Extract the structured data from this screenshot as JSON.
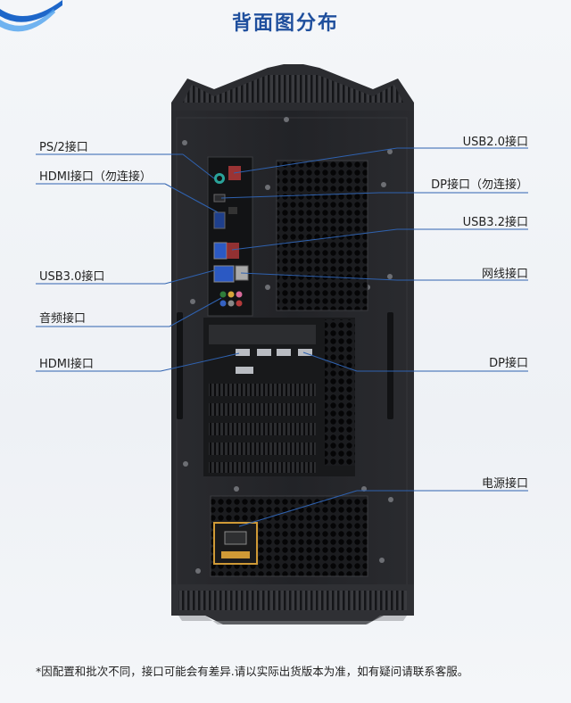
{
  "title": "背面图分布",
  "labels_left": [
    {
      "text": "PS/2接口"
    },
    {
      "text": "HDMI接口（勿连接）"
    },
    {
      "text": "USB3.0接口"
    },
    {
      "text": "音频接口"
    },
    {
      "text": "HDMI接口"
    }
  ],
  "labels_right": [
    {
      "text": "USB2.0接口"
    },
    {
      "text": "DP接口（勿连接）"
    },
    {
      "text": "USB3.2接口"
    },
    {
      "text": "网线接口"
    },
    {
      "text": "DP接口"
    },
    {
      "text": "电源接口"
    }
  ],
  "footnote": "*因配置和批次不同，接口可能会有差异.请以实际出货版本为准，如有疑问请联系客服。",
  "colors": {
    "title": "#1f4f9d",
    "leader_line": "#2f62b0",
    "case": "#1e1f22"
  }
}
